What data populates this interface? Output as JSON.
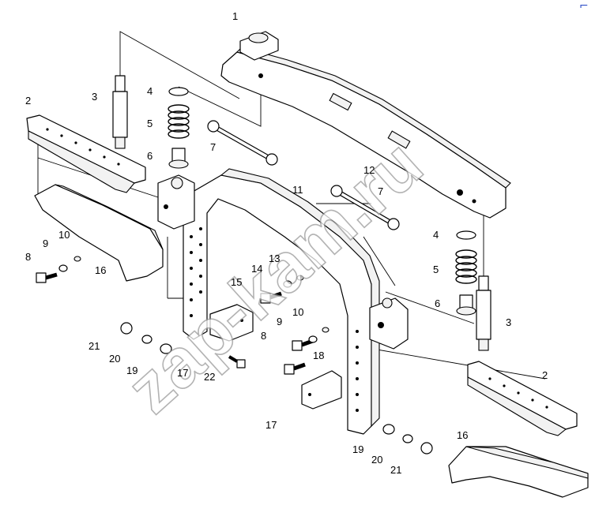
{
  "diagram": {
    "watermark": "zap-kam.ru",
    "corner_mark": "⌐",
    "callouts": [
      {
        "id": "c1",
        "text": "1"
      },
      {
        "id": "c2a",
        "text": "2"
      },
      {
        "id": "c3a",
        "text": "3"
      },
      {
        "id": "c4a",
        "text": "4"
      },
      {
        "id": "c5a",
        "text": "5"
      },
      {
        "id": "c6a",
        "text": "6"
      },
      {
        "id": "c7a",
        "text": "7"
      },
      {
        "id": "c8a",
        "text": "8"
      },
      {
        "id": "c9a",
        "text": "9"
      },
      {
        "id": "c10a",
        "text": "10"
      },
      {
        "id": "c16a",
        "text": "16"
      },
      {
        "id": "c11",
        "text": "11"
      },
      {
        "id": "c12",
        "text": "12"
      },
      {
        "id": "c7b",
        "text": "7"
      },
      {
        "id": "c4b",
        "text": "4"
      },
      {
        "id": "c5b",
        "text": "5"
      },
      {
        "id": "c6b",
        "text": "6"
      },
      {
        "id": "c3b",
        "text": "3"
      },
      {
        "id": "c14",
        "text": "14"
      },
      {
        "id": "c13",
        "text": "13"
      },
      {
        "id": "c15",
        "text": "15"
      },
      {
        "id": "c10b",
        "text": "10"
      },
      {
        "id": "c9b",
        "text": "9"
      },
      {
        "id": "c8b",
        "text": "8"
      },
      {
        "id": "c18",
        "text": "18"
      },
      {
        "id": "c21a",
        "text": "21"
      },
      {
        "id": "c20a",
        "text": "20"
      },
      {
        "id": "c19a",
        "text": "19"
      },
      {
        "id": "c17a",
        "text": "17"
      },
      {
        "id": "c22",
        "text": "22"
      },
      {
        "id": "c17b",
        "text": "17"
      },
      {
        "id": "c2b",
        "text": "2"
      },
      {
        "id": "c19b",
        "text": "19"
      },
      {
        "id": "c20b",
        "text": "20"
      },
      {
        "id": "c21b",
        "text": "21"
      },
      {
        "id": "c16b",
        "text": "16"
      }
    ]
  }
}
